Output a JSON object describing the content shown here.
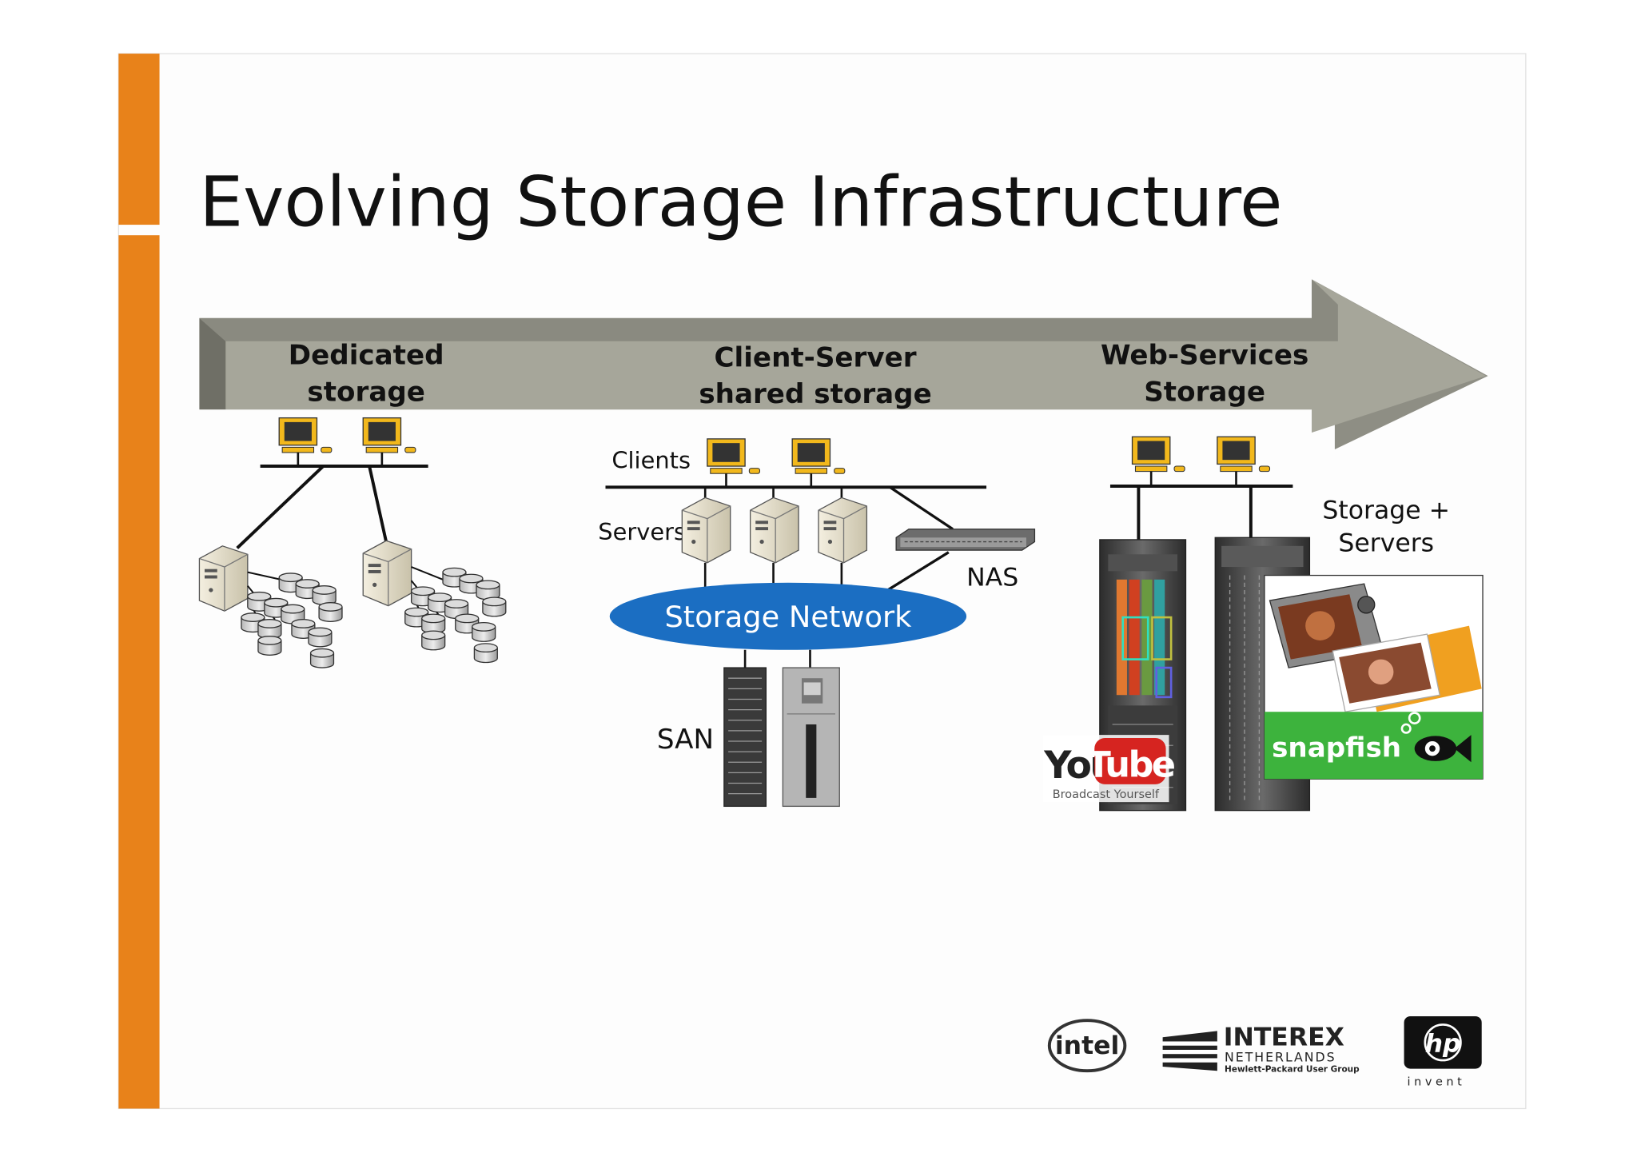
{
  "slide": {
    "title": "Evolving Storage Infrastructure",
    "accent_color": "#E8821A",
    "arrow_color": "#A6A69A"
  },
  "eras": [
    {
      "line1": "Dedicated",
      "line2": "storage"
    },
    {
      "line1": "Client-Server",
      "line2": "shared storage"
    },
    {
      "line1": "Web-Services",
      "line2": "Storage"
    }
  ],
  "client_server": {
    "clients_label": "Clients",
    "servers_label": "Servers",
    "nas_label": "NAS",
    "network_label": "Storage Network",
    "san_label": "SAN",
    "network_color": "#1B6EC2"
  },
  "web_services": {
    "storage_servers_line1": "Storage +",
    "storage_servers_line2": "Servers"
  },
  "brands": {
    "youtube_you": "You",
    "youtube_tube": "Tube",
    "youtube_tagline": "Broadcast Yourself",
    "snapfish": "snapfish",
    "snapfish_color": "#3DB33D",
    "intel": "intel",
    "interex_main": "INTEREX",
    "interex_sub": "NETHERLANDS",
    "interex_tag": "Hewlett-Packard User Group",
    "hp_logo": "hp",
    "hp_tag": "i n v e n t"
  },
  "icons": [
    "monitor-icon",
    "server-tower-icon",
    "disk-drive-icon",
    "nas-rack-icon",
    "storage-rack-icon",
    "camera-icon",
    "fish-icon"
  ]
}
